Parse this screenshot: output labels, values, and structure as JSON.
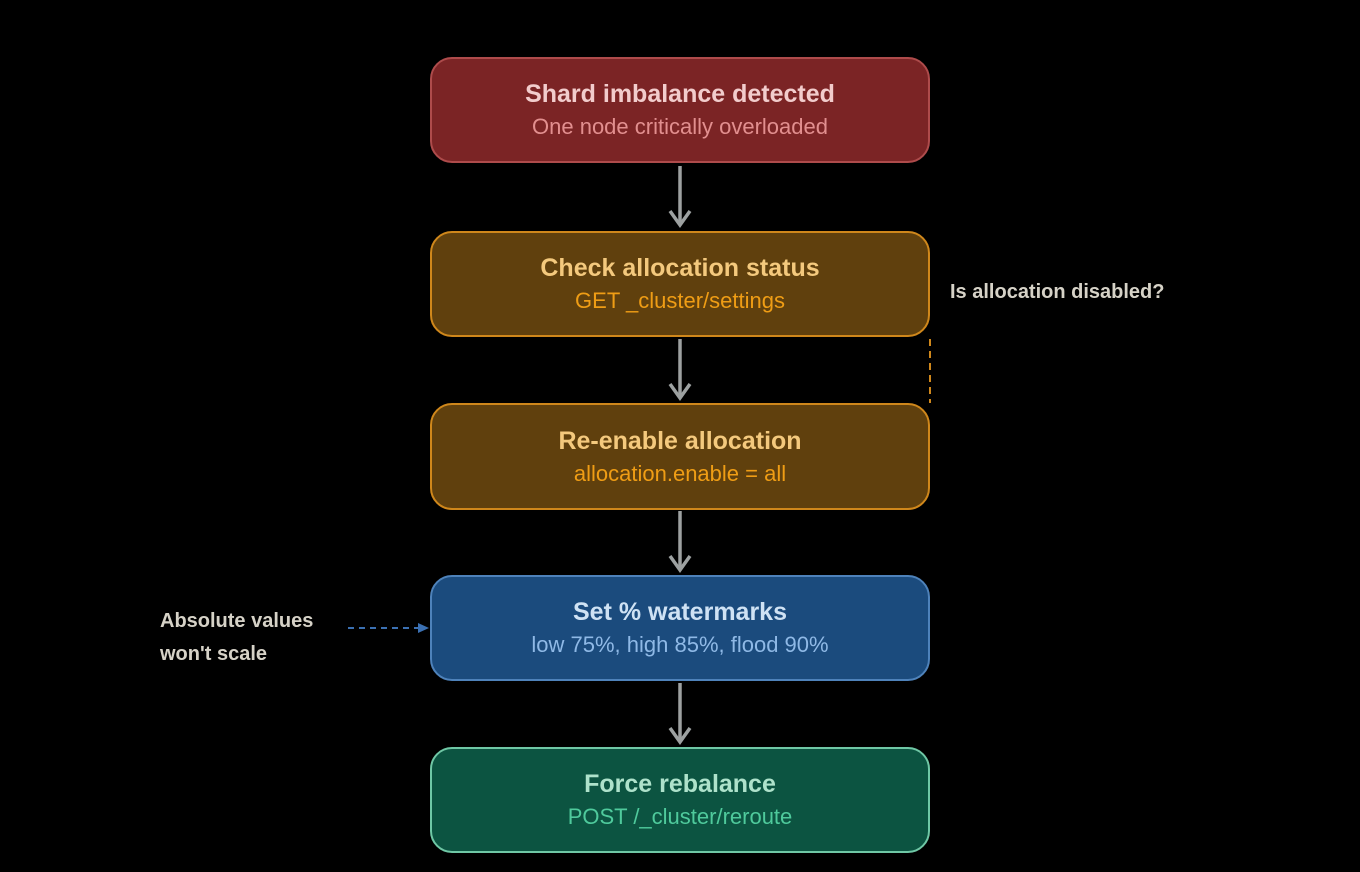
{
  "diagram": {
    "background": "#000000",
    "annotation_color": "#D6D2C7",
    "nodes": [
      {
        "id": "shard-imbalance-detected",
        "title": "Shard imbalance detected",
        "subtitle": "One node critically overloaded",
        "fill": "#7B2425",
        "border": "#AE4B4B",
        "title_color": "#F2CCCC",
        "subtitle_color": "#E28F8F"
      },
      {
        "id": "check-allocation-status",
        "title": "Check allocation status",
        "subtitle": "GET _cluster/settings",
        "fill": "#60400D",
        "border": "#CF871B",
        "title_color": "#F4C97D",
        "subtitle_color": "#EF9D15"
      },
      {
        "id": "re-enable-allocation",
        "title": "Re-enable allocation",
        "subtitle": "allocation.enable = all",
        "fill": "#60400D",
        "border": "#CF871B",
        "title_color": "#F4C97D",
        "subtitle_color": "#EF9D15"
      },
      {
        "id": "set-percent-watermarks",
        "title": "Set % watermarks",
        "subtitle": "low 75%, high 85%, flood 90%",
        "fill": "#1B4B7D",
        "border": "#4E82BA",
        "title_color": "#CFE2F4",
        "subtitle_color": "#8FB9E6"
      },
      {
        "id": "force-rebalance",
        "title": "Force rebalance",
        "subtitle": "POST /_cluster/reroute",
        "fill": "#0C5441",
        "border": "#6FC7A5",
        "title_color": "#AEE2CB",
        "subtitle_color": "#4FCA9C"
      }
    ],
    "edges": {
      "arrow_color": "#9DA1A1",
      "dashed_orange_color": "#CF871B",
      "dashed_blue_color": "#3B70B2"
    },
    "annotations": {
      "right_question": "Is allocation disabled?",
      "left_note_line1": "Absolute values",
      "left_note_line2": "won't scale"
    }
  }
}
